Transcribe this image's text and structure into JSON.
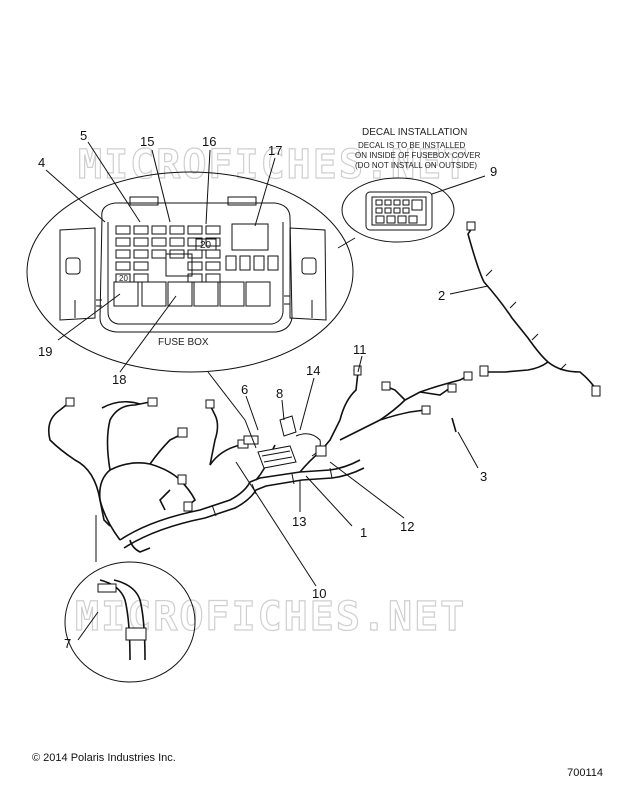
{
  "watermark": "MICROFICHES.NET",
  "decal": {
    "heading": "DECAL INSTALLATION",
    "line1": "DECAL IS TO BE INSTALLED",
    "line2": "ON INSIDE OF FUSEBOX COVER",
    "line3": "(DO NOT INSTALL ON OUTSIDE)"
  },
  "fuse_box_caption": "FUSE BOX",
  "fuse_value": "20",
  "callouts": [
    "1",
    "2",
    "3",
    "4",
    "5",
    "6",
    "7",
    "8",
    "9",
    "10",
    "11",
    "12",
    "13",
    "14",
    "15",
    "16",
    "17",
    "18",
    "19"
  ],
  "footer": {
    "copyright": "© 2014 Polaris Industries Inc.",
    "drawing_number": "700114"
  }
}
